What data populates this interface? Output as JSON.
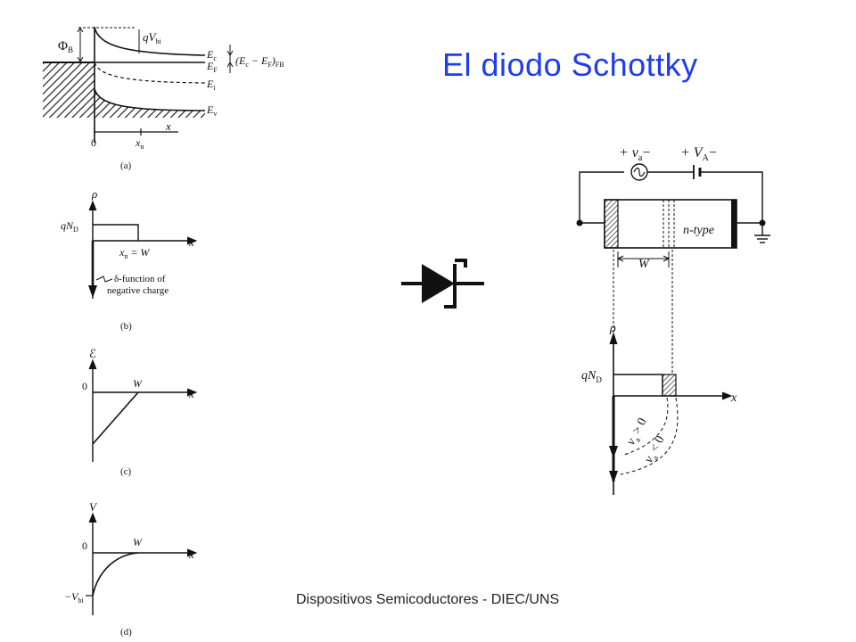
{
  "slide": {
    "title": "El diodo Schottky",
    "footer": "Dispositivos Semicoductores - DIEC/UNS"
  },
  "panel_a": {
    "phi_b": "Φ",
    "phi_b_sub": "B",
    "qvbi": "qV",
    "qvbi_sub": "bi",
    "ec": "E",
    "ec_sub": "c",
    "ef": "E",
    "ef_sub": "F",
    "ei": "E",
    "ei_sub": "i",
    "ev": "E",
    "ev_sub": "v",
    "ec_ef": "(E",
    "ec_ef_sub1": "c",
    "ec_ef_mid": " − E",
    "ec_ef_sub2": "F",
    "ec_ef_end": ")",
    "ec_ef_sub3": "FB",
    "x": "x",
    "zero": "0",
    "xn": "x",
    "xn_sub": "n",
    "caption": "(a)"
  },
  "panel_b": {
    "rho": "ρ",
    "qnd": "qN",
    "qnd_sub": "D",
    "x": "x",
    "xn_eq_w": "x",
    "xn_sub": "n",
    "xn_rest": " = W",
    "delta_line1": "δ-function of",
    "delta_line2": "negative charge",
    "caption": "(b)"
  },
  "panel_c": {
    "efield": "ℰ",
    "zero": "0",
    "w": "W",
    "x": "x",
    "caption": "(c)"
  },
  "panel_d": {
    "v": "V",
    "zero": "0",
    "w": "W",
    "x": "x",
    "neg_vbi": "−V",
    "neg_vbi_sub": "bi",
    "caption": "(d)"
  },
  "circuit": {
    "va": "+ v",
    "va_sub": "a",
    "va_minus": "−",
    "vA": "+ V",
    "vA_sub": "A",
    "vA_minus": "−",
    "ntype": "n-type",
    "w": "W"
  },
  "charge_plot": {
    "rho": "ρ",
    "qnd": "qN",
    "qnd_sub": "D",
    "x": "x",
    "va_pos": "v",
    "va_pos_sub": "a",
    "va_pos_rest": " > 0",
    "va_neg": "v",
    "va_neg_sub": "a",
    "va_neg_rest": " < 0"
  }
}
